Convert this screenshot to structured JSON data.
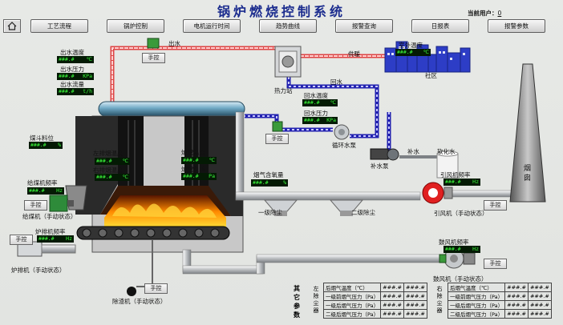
{
  "title": "锅炉燃烧控制系统",
  "current_user_label": "当前用户：",
  "current_user_value": "0",
  "nav": [
    "工艺流程",
    "锅炉控制",
    "电机运行时间",
    "趋势曲线",
    "报警查询",
    "日报表",
    "报警参数"
  ],
  "labels": {
    "outlet_water": "出水",
    "heating": "供暖",
    "outdoor_temp": "室外温度",
    "community": "社区",
    "return_water": "回水",
    "heat_station": "热力站",
    "return_temp": "回水温度",
    "return_pressure": "回水压力",
    "circ_pump": "循环水泵",
    "makeup_water": "补水",
    "soft_water": "软化水",
    "makeup_pump": "补水泵",
    "outlet_temp": "出水温度",
    "outlet_pressure": "出水压力",
    "outlet_flow": "出水流量",
    "coal_level": "煤斗料位",
    "left_smoke_temp": "左排烟温度",
    "right_smoke_temp": "右排烟温度",
    "furnace_temp": "炉膛温度",
    "furnace_negpress": "炉膛负压",
    "flue_oxygen": "烟气含氧量",
    "coal_feeder_freq": "给煤机频率",
    "coal_feeder_state": "给煤机（手动状态）",
    "grate_freq": "炉排机频率",
    "grate_state": "炉排机（手动状态）",
    "dust1": "一级除尘",
    "dust2": "二级除尘",
    "id_fan_freq": "引风机频率",
    "id_fan_state": "引风机（手动状态）",
    "chimney": "烟囱",
    "fd_fan_freq": "鼓风机频率",
    "fd_fan_state": "鼓风机（手动状态）",
    "slag_state": "除渣机（手动状态）",
    "other_params": "其它参数",
    "left_dust": "左除尘器",
    "right_dust": "右除尘器"
  },
  "hand_label": "手控",
  "readouts": {
    "outdoor_temp": {
      "value": "###.#",
      "unit": "℃"
    },
    "return_temp": {
      "value": "###.#",
      "unit": "℃"
    },
    "return_pressure": {
      "value": "###.#",
      "unit": "KPa"
    },
    "outlet_temp": {
      "value": "###.#",
      "unit": "℃"
    },
    "outlet_pressure": {
      "value": "###.#",
      "unit": "KPa"
    },
    "outlet_flow": {
      "value": "###.#",
      "unit": "t/h"
    },
    "coal_level": {
      "value": "###.#",
      "unit": "%"
    },
    "left_smoke_temp": {
      "value": "###.#",
      "unit": "℃"
    },
    "right_smoke_temp": {
      "value": "###.#",
      "unit": "℃"
    },
    "furnace_temp": {
      "value": "###.#",
      "unit": "℃"
    },
    "furnace_negpress": {
      "value": "###.#",
      "unit": "Pa"
    },
    "flue_oxygen": {
      "value": "###.#",
      "unit": "%"
    },
    "coal_feeder_freq": {
      "value": "###.#",
      "unit": "Hz"
    },
    "grate_freq": {
      "value": "###.#",
      "unit": "Hz"
    },
    "id_fan_freq": {
      "value": "###.#",
      "unit": "Hz"
    },
    "fd_fan_freq": {
      "value": "###.#",
      "unit": "Hz"
    }
  },
  "other_table": {
    "rows": [
      "后烟气温度（℃）",
      "一级前烟气压力（Pa）",
      "一级后烟气压力（Pa）",
      "二级后烟气压力（Pa）"
    ],
    "left_values": [
      "###.#",
      "###.#",
      "###.#",
      "###.#"
    ],
    "left_values2": [
      "###.#",
      "###.#",
      "###.#",
      "###.#"
    ],
    "right_values": [
      "###.#",
      "###.#",
      "###.#",
      "###.#"
    ],
    "right_values2": [
      "###.#",
      "###.#",
      "###.#",
      "###.#"
    ]
  }
}
